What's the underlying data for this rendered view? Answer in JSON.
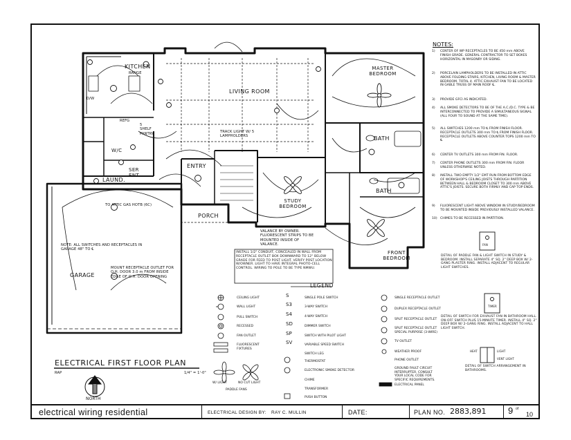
{
  "rooms": {
    "kitchen": "KITCHEN",
    "living": "LIVING ROOM",
    "master": "MASTER BEDROOM",
    "bath_upper": "BATH",
    "bath_lower": "BATH",
    "entry": "ENTRY",
    "wc": "W/C",
    "laund": "LAUND.",
    "ser_ent": "SER ENT.",
    "study": "STUDY BEDROOM",
    "front": "FRONT BEDROOM",
    "porch": "PORCH",
    "garage": "GARAGE",
    "pantry": "5 SHELF PANTRY",
    "refg": "REFG",
    "range": "RANGE",
    "d_w": "D/W"
  },
  "plan_notes": {
    "track": "TRACK LIGHT W/ 5 LAMPHOLDERS",
    "attic": "TO ATTIC GAS HOTB (6C)",
    "garage_note": "NOTE: ALL SWITCHES AND RECEPTACLES IN GARAGE 48\" TO ℄",
    "mount": "MOUNT RECEPTACLE OUTLET FOR O.H. DOOR 3.0 m FROM INSIDE EDGE OF O.H. DOOR OPENING",
    "conduit": "INSTALL 1/2\" CONDUIT, CONCEALED IN WALL FROM RECEPTACLE OUTLET BOX DOWNWARD TO 12\" BELOW GRADE FOR FEED TO POST LIGHT. VERIFY POST LOCATION W/OWNER. LIGHT TO HAVE INTEGRAL PHOTO-CELL CONTROL. WIRING TO POLE TO BE TYPE NMWU.",
    "valance": "VALANCE BY OWNER. FLUORESCENT STRIPS TO BE MOUNTED INSIDE OF VALANCE."
  },
  "notes_title": "NOTES:",
  "notes": [
    {
      "n": "1)",
      "t": "CENTER OF WP RECEPTACLES TO BE 450 mm ABOVE FINISH GRADE. GENERAL CONTRACTOR TO SET BOXES HORIZONTAL IN MASONRY OR SIDING."
    },
    {
      "n": "2)",
      "t": "PORCELAIN LAMPHOLDERS TO BE INSTALLED IN ATTIC ABOVE FOLDING STAIRS, KITCHEN, LIVING ROOM & MASTER BEDROOM. TOTAL 4. ATTIC EXHAUST FAN TO BE LOCATED IN GABLE TRUSS OF MAIN ROOF ℄."
    },
    {
      "n": "3)",
      "t": "PROVIDE GFCI AS INDICATED."
    },
    {
      "n": "4)",
      "t": "ALL SMOKE DETECTORS TO BE OF THE A.C./D.C. TYPE & BE INTERCONNECTED TO PROVIDE A SIMULTANEOUS SIGNAL (ALL FOUR TO SOUND AT THE SAME TIME)."
    },
    {
      "n": "5)",
      "t": "ALL SWITCHES 1200 mm TO ℄ FROM FINISH FLOOR. RECEPTACLE OUTLETS 300 mm TO ℄ FROM FINISH FLOOR. RECEPTACLE OUTLETS ABOVE COUNTER TOPS 1200 mm TO ℄."
    },
    {
      "n": "6)",
      "t": "CENTER TV OUTLETS 300 mm FROM FIN. FLOOR."
    },
    {
      "n": "7)",
      "t": "CENTER PHONE OUTLETS 300 mm FROM FIN. FLOOR UNLESS OTHERWISE NOTED."
    },
    {
      "n": "8)",
      "t": "INSTALL TWO EMPTY 1/2\" EMT RUN FROM BOTTOM EDGE OF WORKSHOP'S CEILING JOISTS THROUGH PARTITION BETWEEN HALL & BEDROOM CLOSET TO 300 mm ABOVE ATTIC'S JOISTS. SECURE BOTH FIRMLY AND CAP TOP ENDS."
    },
    {
      "n": "9)",
      "t": "FLUORESCENT LIGHT ABOVE WINDOW IN STUDY/BEDROOM TO BE MOUNTED INSIDE PREVIOUSLY INSTALLED VALANCE."
    },
    {
      "n": "10)",
      "t": "CHIMES TO BE RECESSED IN PARTITION."
    }
  ],
  "details": {
    "paddle": "DETAIL OF PADDLE FAN & LIGHT SWITCH IN STUDY & BEDROOM. INSTALL SEPARATE 4\" SQ. 2\" DEEP BOX W/ 2-GANG PLASTER RING. INSTALL ADJACENT TO REGULAR LIGHT SWITCHES.",
    "exhaust": "DETAIL OF SWITCH FOR EXHAUST FAN IN BATHROOM HALL. ON-OFF SWITCH PLUS 15-MINUTE TIMER. INSTALL 4\" SQ. 2\" DEEP BOX W/ 2-GANG RING. INSTALL ADJACENT TO HALL LIGHT SWITCH.",
    "arrangement": "DETAIL OF SWITCH ARRANGEMENT IN BATHROOMS.",
    "fan_lbl": "FAN",
    "light_lbl": "LIGHT",
    "timer_lbl": "TIMER",
    "vent_lbl": "VENT LIGHT",
    "heat_lbl": "HEAT"
  },
  "legend": {
    "title": "LEGEND",
    "col1": [
      "CEILING LIGHT",
      "WALL LIGHT",
      "PULL SWITCH",
      "RECESSED",
      "FAN OUTLET",
      "FLUORESCENT FIXTURES"
    ],
    "col2_sym": [
      "S",
      "S3",
      "S4",
      "SD",
      "SP",
      "SV",
      "",
      "",
      "",
      "",
      "",
      ""
    ],
    "col2": [
      "SINGLE POLE SWITCH",
      "3-WAY SWITCH",
      "4-WAY SWITCH",
      "DIMMER SWITCH",
      "SWITCH WITH PILOT LIGHT",
      "VARIABLE SPEED SWITCH",
      "SWITCH LEG",
      "THERMOSTAT",
      "ELECTRONIC SMOKE DETECTOR",
      "CHIME",
      "TRANSFORMER",
      "PUSH BUTTON"
    ],
    "col3": [
      "SINGLE RECEPTACLE OUTLET",
      "DUPLEX RECEPTACLE OUTLET",
      "SPLIT RECEPTACLE OUTLET",
      "SPLIT RECEPTACLE OUTLET SPECIAL PURPOSE (3-WIRE)",
      "TV OUTLET",
      "WEATHER PROOF",
      "PHONE OUTLET",
      "GROUND FAULT CIRCUIT INTERRUPTER. CONSULT YOUR LOCAL CODE FOR SPECIFIC REQUIREMENTS.",
      "ELECTRICAL PANEL"
    ],
    "fan_w": "W/ LIGHT",
    "fan_wo": "NO CUT LIGHT",
    "fans": "PADDLE FANS"
  },
  "plan_title": "ELECTRICAL FIRST FLOOR PLAN",
  "plan_title_sub": "RAP",
  "scale": "1/4\" = 1'-0\"",
  "north": "NORTH",
  "title_block": {
    "book": "electrical wiring residential",
    "design_label": "ELECTRICAL DESIGN BY:",
    "designer": "RAY C. MULLIN",
    "date_label": "DATE:",
    "plan_label": "PLAN NO.",
    "plan_no": "2883,891",
    "sheet": "9",
    "of": "of",
    "total": "10"
  }
}
